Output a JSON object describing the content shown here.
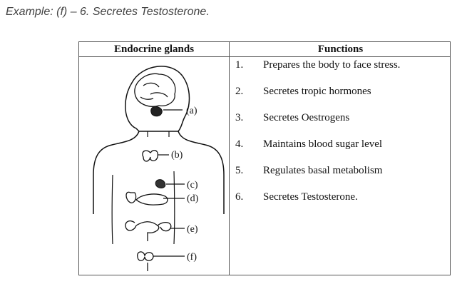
{
  "example": "Example: (f) – 6. Secretes Testosterone.",
  "table": {
    "col_glands": "Endocrine glands",
    "col_functions": "Functions",
    "functions": [
      {
        "num": "1.",
        "text": "Prepares the body to face stress."
      },
      {
        "num": "2.",
        "text": "Secretes tropic hormones"
      },
      {
        "num": "3.",
        "text": "Secretes Oestrogens"
      },
      {
        "num": "4.",
        "text": "Maintains blood sugar level"
      },
      {
        "num": "5.",
        "text": "Regulates basal metabolism"
      },
      {
        "num": "6.",
        "text": "Secretes Testosterone."
      }
    ]
  },
  "diagram": {
    "labels": {
      "a": "(a)",
      "b": "(b)",
      "c": "(c)",
      "d": "(d)",
      "e": "(e)",
      "f": "(f)"
    }
  }
}
